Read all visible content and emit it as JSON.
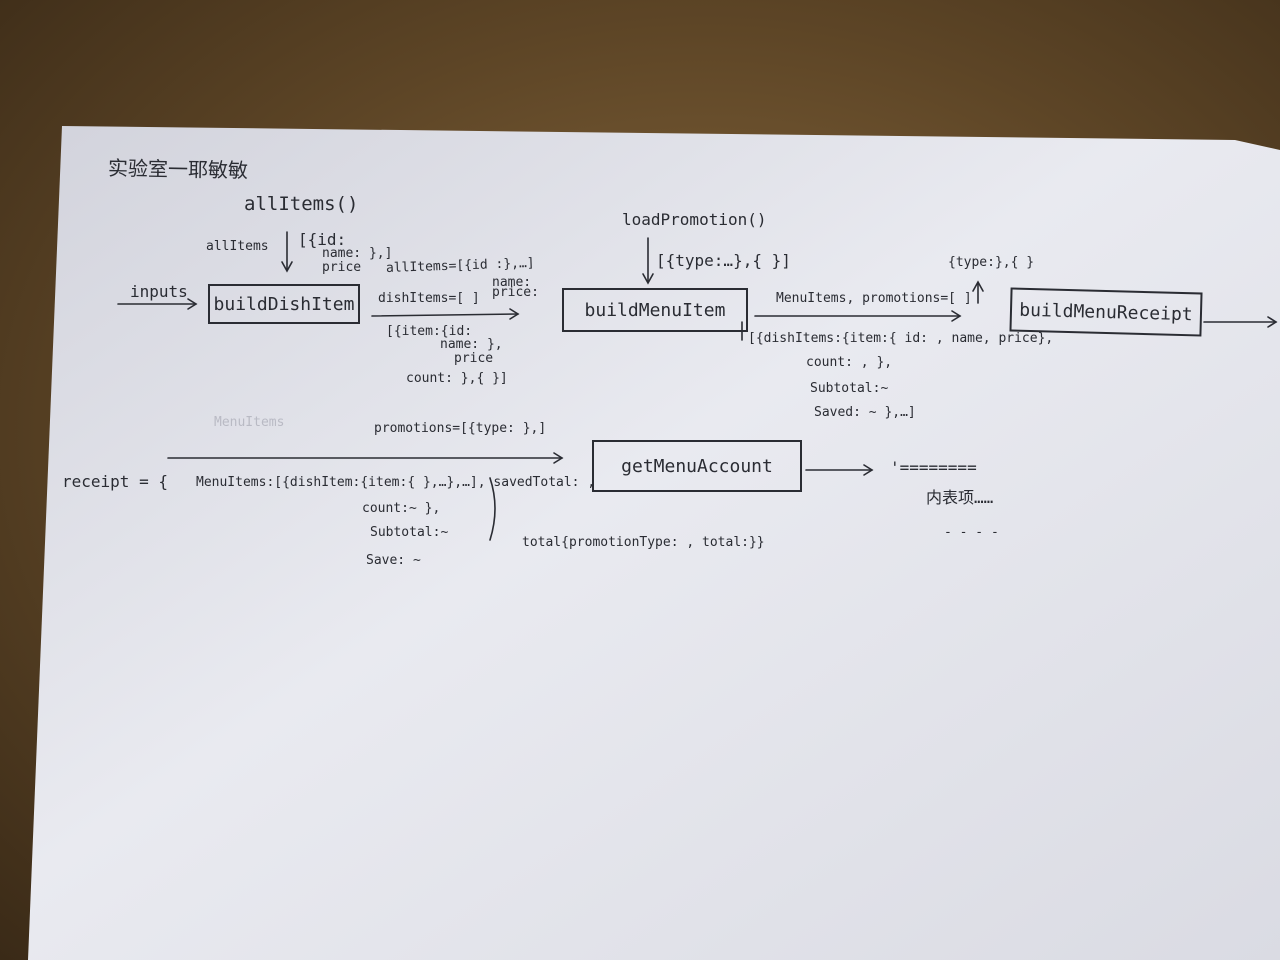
{
  "title": "实验室一耶敏敏",
  "functions": {
    "all_items": "allItems()",
    "load_promotion": "loadPromotion()"
  },
  "boxes": {
    "build_dish_item": "buildDishItem",
    "build_menu_item": "buildMenuItem",
    "build_menu_receipt": "buildMenuReceipt",
    "get_menu_account": "getMenuAccount"
  },
  "labels": {
    "inputs": "inputs",
    "all_items_arg": "allItems",
    "all_items_shape_1": "[{id:",
    "all_items_shape_2": "name: },]",
    "all_items_shape_3": "price",
    "promotion_shape": "[{type:…},{ }]",
    "dish_in_1": "allItems=[{id :},…]",
    "dish_in_1b": "name:",
    "dish_in_1c": "price:",
    "dish_in_2": "dishItems=[ ]",
    "dish_out_1": "[{item:{id:",
    "dish_out_2": "name:        },",
    "dish_out_3": "price",
    "dish_out_4": "count:    },{ }]",
    "menu_items_promotions": "MenuItems, promotions=[ ]",
    "type_shape": "{type:},{ }",
    "menu_out_1": "[{dishItems:{item:{ id: , name, price},",
    "menu_out_2": "count:   , },",
    "menu_out_3": "Subtotal:~",
    "menu_out_4": "Saved: ~   },…]",
    "menu_items_faint": "MenuItems",
    "promotions_arg": "promotions=[{type: },]",
    "receipt": "receipt = {",
    "receipt_1": "MenuItems:[{dishItem:{item:{   },…},…], savedTotal: ,",
    "receipt_2": "count:~   },",
    "receipt_3": "Subtotal:~",
    "receipt_4": "Save: ~",
    "receipt_5": "total{promotionType: , total:}}",
    "output_dash": "'========",
    "output_text": "内表项……",
    "output_dots": "- - - -"
  },
  "colors": {
    "ink": "#2a2c33",
    "paper": "#e6e7ee",
    "table": "#6b5030"
  }
}
